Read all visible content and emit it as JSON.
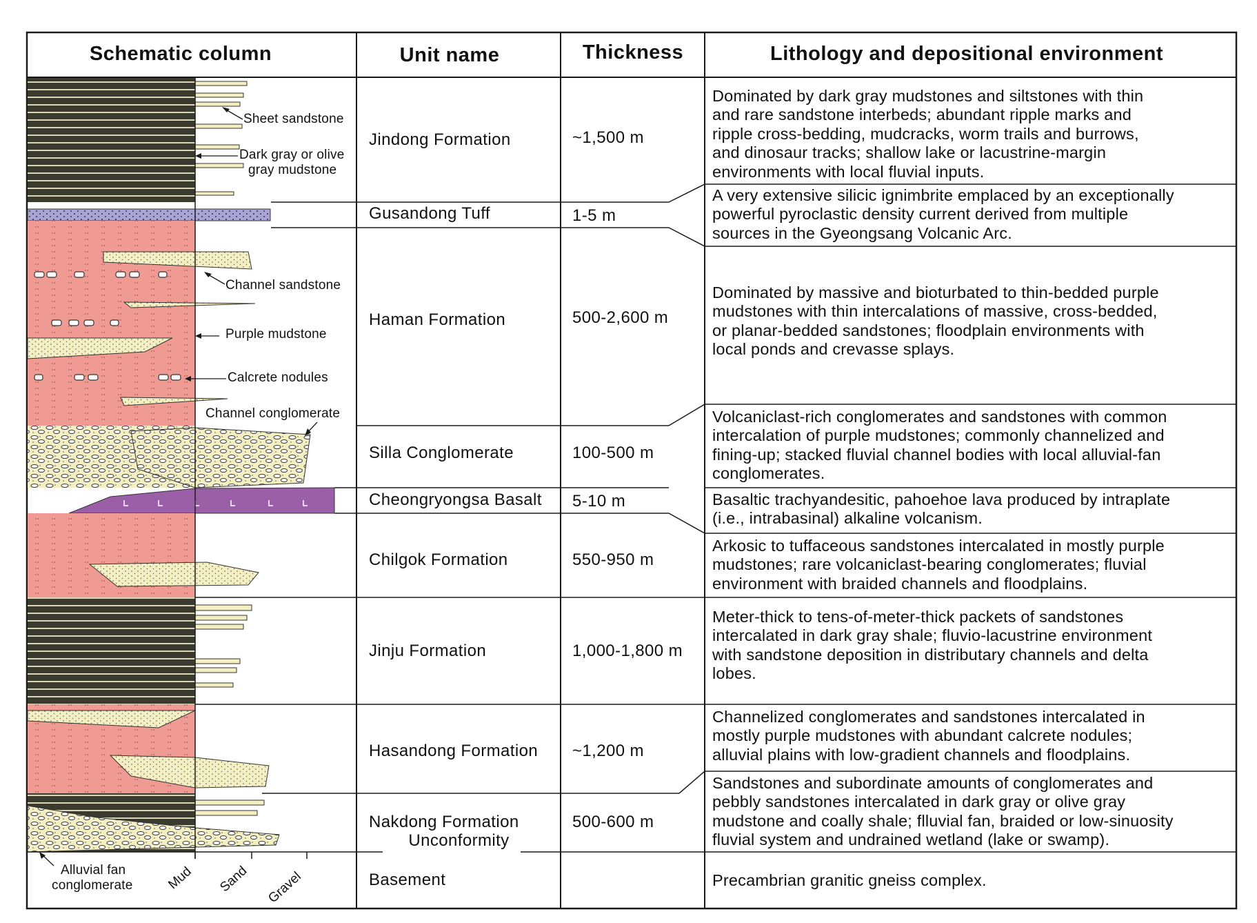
{
  "headers": {
    "column": "Schematic column",
    "unit": "Unit name",
    "thickness": "Thickness",
    "lithology": "Lithology and depositional environment"
  },
  "units": [
    {
      "name": "Jindong Formation",
      "thickness": "~1,500 m"
    },
    {
      "name": "Gusandong Tuff",
      "thickness": "1-5 m"
    },
    {
      "name": "Haman Formation",
      "thickness": "500-2,600 m"
    },
    {
      "name": "Silla Conglomerate",
      "thickness": "100-500 m"
    },
    {
      "name": "Cheongryongsa Basalt",
      "thickness": "5-10 m"
    },
    {
      "name": "Chilgok Formation",
      "thickness": "550-950 m"
    },
    {
      "name": "Jinju Formation",
      "thickness": "1,000-1,800 m"
    },
    {
      "name": "Hasandong Formation",
      "thickness": "~1,200 m"
    },
    {
      "name": "Nakdong Formation",
      "thickness": "500-600 m"
    },
    {
      "name": "Basement",
      "thickness": ""
    }
  ],
  "descriptions": [
    "Dominated by dark gray mudstones and siltstones with thin\nand rare sandstone interbeds; abundant ripple marks and\nripple cross-bedding, mudcracks, worm trails and burrows,\nand dinosaur tracks; shallow lake or lacustrine-margin\nenvironments with local fluvial inputs.",
    "A very extensive silicic ignimbrite emplaced by an exceptionally\npowerful pyroclastic density current derived from multiple\nsources in the Gyeongsang Volcanic Arc.",
    "Dominated by massive and bioturbated to thin-bedded purple\nmudstones with thin intercalations of massive, cross-bedded,\nor planar-bedded sandstones; floodplain environments with\nlocal ponds and crevasse splays.",
    "Volcaniclast-rich conglomerates and sandstones with common\nintercalation of purple mudstones; commonly channelized and\nfining-up; stacked fluvial channel bodies with local alluvial-fan\nconglomerates.",
    "Basaltic trachyandesitic, pahoehoe lava produced by intraplate\n(i.e., intrabasinal) alkaline volcanism.",
    "Arkosic to tuffaceous sandstones intercalated in mostly purple\nmudstones; rare volcaniclast-bearing conglomerates; fluvial\nenvironment with braided channels and floodplains.",
    "Meter-thick to tens-of-meter-thick  packets of sandstones\nintercalated in dark gray shale; fluvio-lacustrine environment\nwith sandstone deposition in distributary channels and delta\nlobes.",
    "Channelized conglomerates and sandstones intercalated in\nmostly purple mudstones with abundant calcrete nodules;\nalluvial plains with low-gradient channels and floodplains.",
    "Sandstones and subordinate amounts of conglomerates and\npebbly sandstones intercalated in dark gray or olive gray\nmudstone and coally shale; flluvial fan, braided or low-sinuosity\nfluvial system and undrained wetland (lake or swamp).",
    "Precambrian granitic gneiss complex."
  ],
  "unconformity": "Unconformity",
  "column_labels": {
    "sheet_sandstone": "Sheet sandstone",
    "mudstone_line1": "Dark gray or olive",
    "mudstone_line2": "gray mudstone",
    "channel_sandstone": "Channel sandstone",
    "purple_mudstone": "Purple mudstone",
    "calcrete": "Calcrete nodules",
    "channel_conglomerate": "Channel conglomerate",
    "fan_line1": "Alluvial fan",
    "fan_line2": "conglomerate"
  },
  "grain_axis": [
    "Mud",
    "Sand",
    "Gravel"
  ],
  "colors": {
    "dark_mudstone": "#3a3a2e",
    "purple_mudstone": "#ef9a92",
    "sandstone": "#f3efc2",
    "tuff": "#a9a3d6",
    "basalt": "#9b5fa8",
    "border": "#1a1a1a"
  }
}
